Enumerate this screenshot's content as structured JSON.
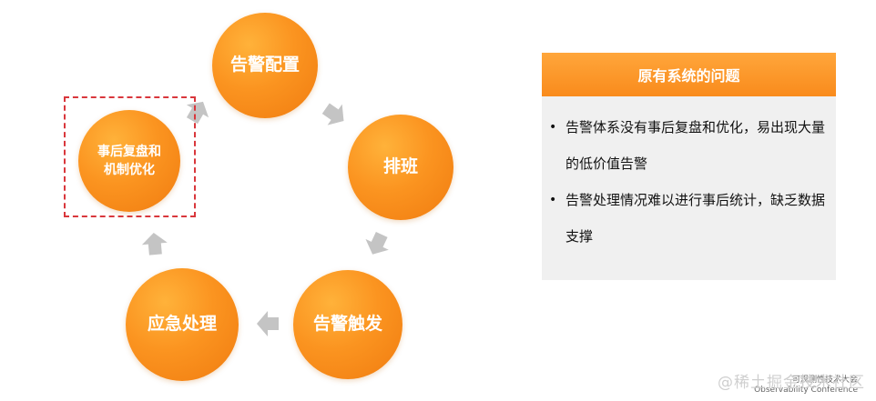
{
  "cycle": {
    "nodes": [
      {
        "id": "config",
        "label": "告警配置"
      },
      {
        "id": "schedule",
        "label": "排班"
      },
      {
        "id": "trigger",
        "label": "告警触发"
      },
      {
        "id": "emergency",
        "label": "应急处理"
      },
      {
        "id": "review",
        "label": "事后复盘和\n机制优化"
      }
    ],
    "edges": [
      {
        "from": "config",
        "to": "schedule"
      },
      {
        "from": "schedule",
        "to": "trigger"
      },
      {
        "from": "trigger",
        "to": "emergency"
      },
      {
        "from": "emergency",
        "to": "review"
      },
      {
        "from": "review",
        "to": "config"
      }
    ],
    "highlighted": "review"
  },
  "panel": {
    "title": "原有系统的问题",
    "bullets": [
      "告警体系没有事后复盘和优化，易出现大量的低价值告警",
      "告警处理情况难以进行事后统计，缺乏数据支撑"
    ]
  },
  "colors": {
    "circle": "#fb9420",
    "arrow": "#c4c4c4",
    "highlight_border": "#d9373c",
    "panel_header": "#f98b1c",
    "panel_bg": "#f0f0f0"
  },
  "watermark": {
    "text": "@稀土掘金技术社区",
    "conference_line1": "可观测性技术大会",
    "conference_line2": "Observability Conference"
  }
}
